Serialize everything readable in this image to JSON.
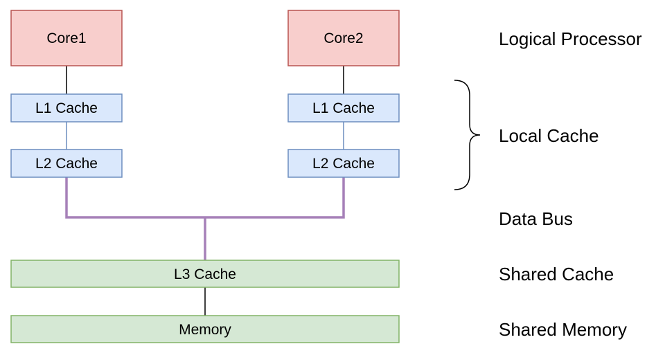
{
  "colors": {
    "core_fill": "#f8cecc",
    "core_stroke": "#b85450",
    "cache_fill": "#dae8fc",
    "cache_stroke": "#6c8ebf",
    "shared_fill": "#d5e8d4",
    "shared_stroke": "#82b366",
    "bus": "#a680b8",
    "connector": "#000000"
  },
  "nodes": {
    "core1": "Core1",
    "core2": "Core2",
    "l1_left": "L1 Cache",
    "l1_right": "L1 Cache",
    "l2_left": "L2 Cache",
    "l2_right": "L2 Cache",
    "l3": "L3 Cache",
    "memory": "Memory"
  },
  "side_labels": {
    "logical_processor": "Logical Processor",
    "local_cache": "Local Cache",
    "data_bus": "Data Bus",
    "shared_cache": "Shared Cache",
    "shared_memory": "Shared Memory"
  }
}
